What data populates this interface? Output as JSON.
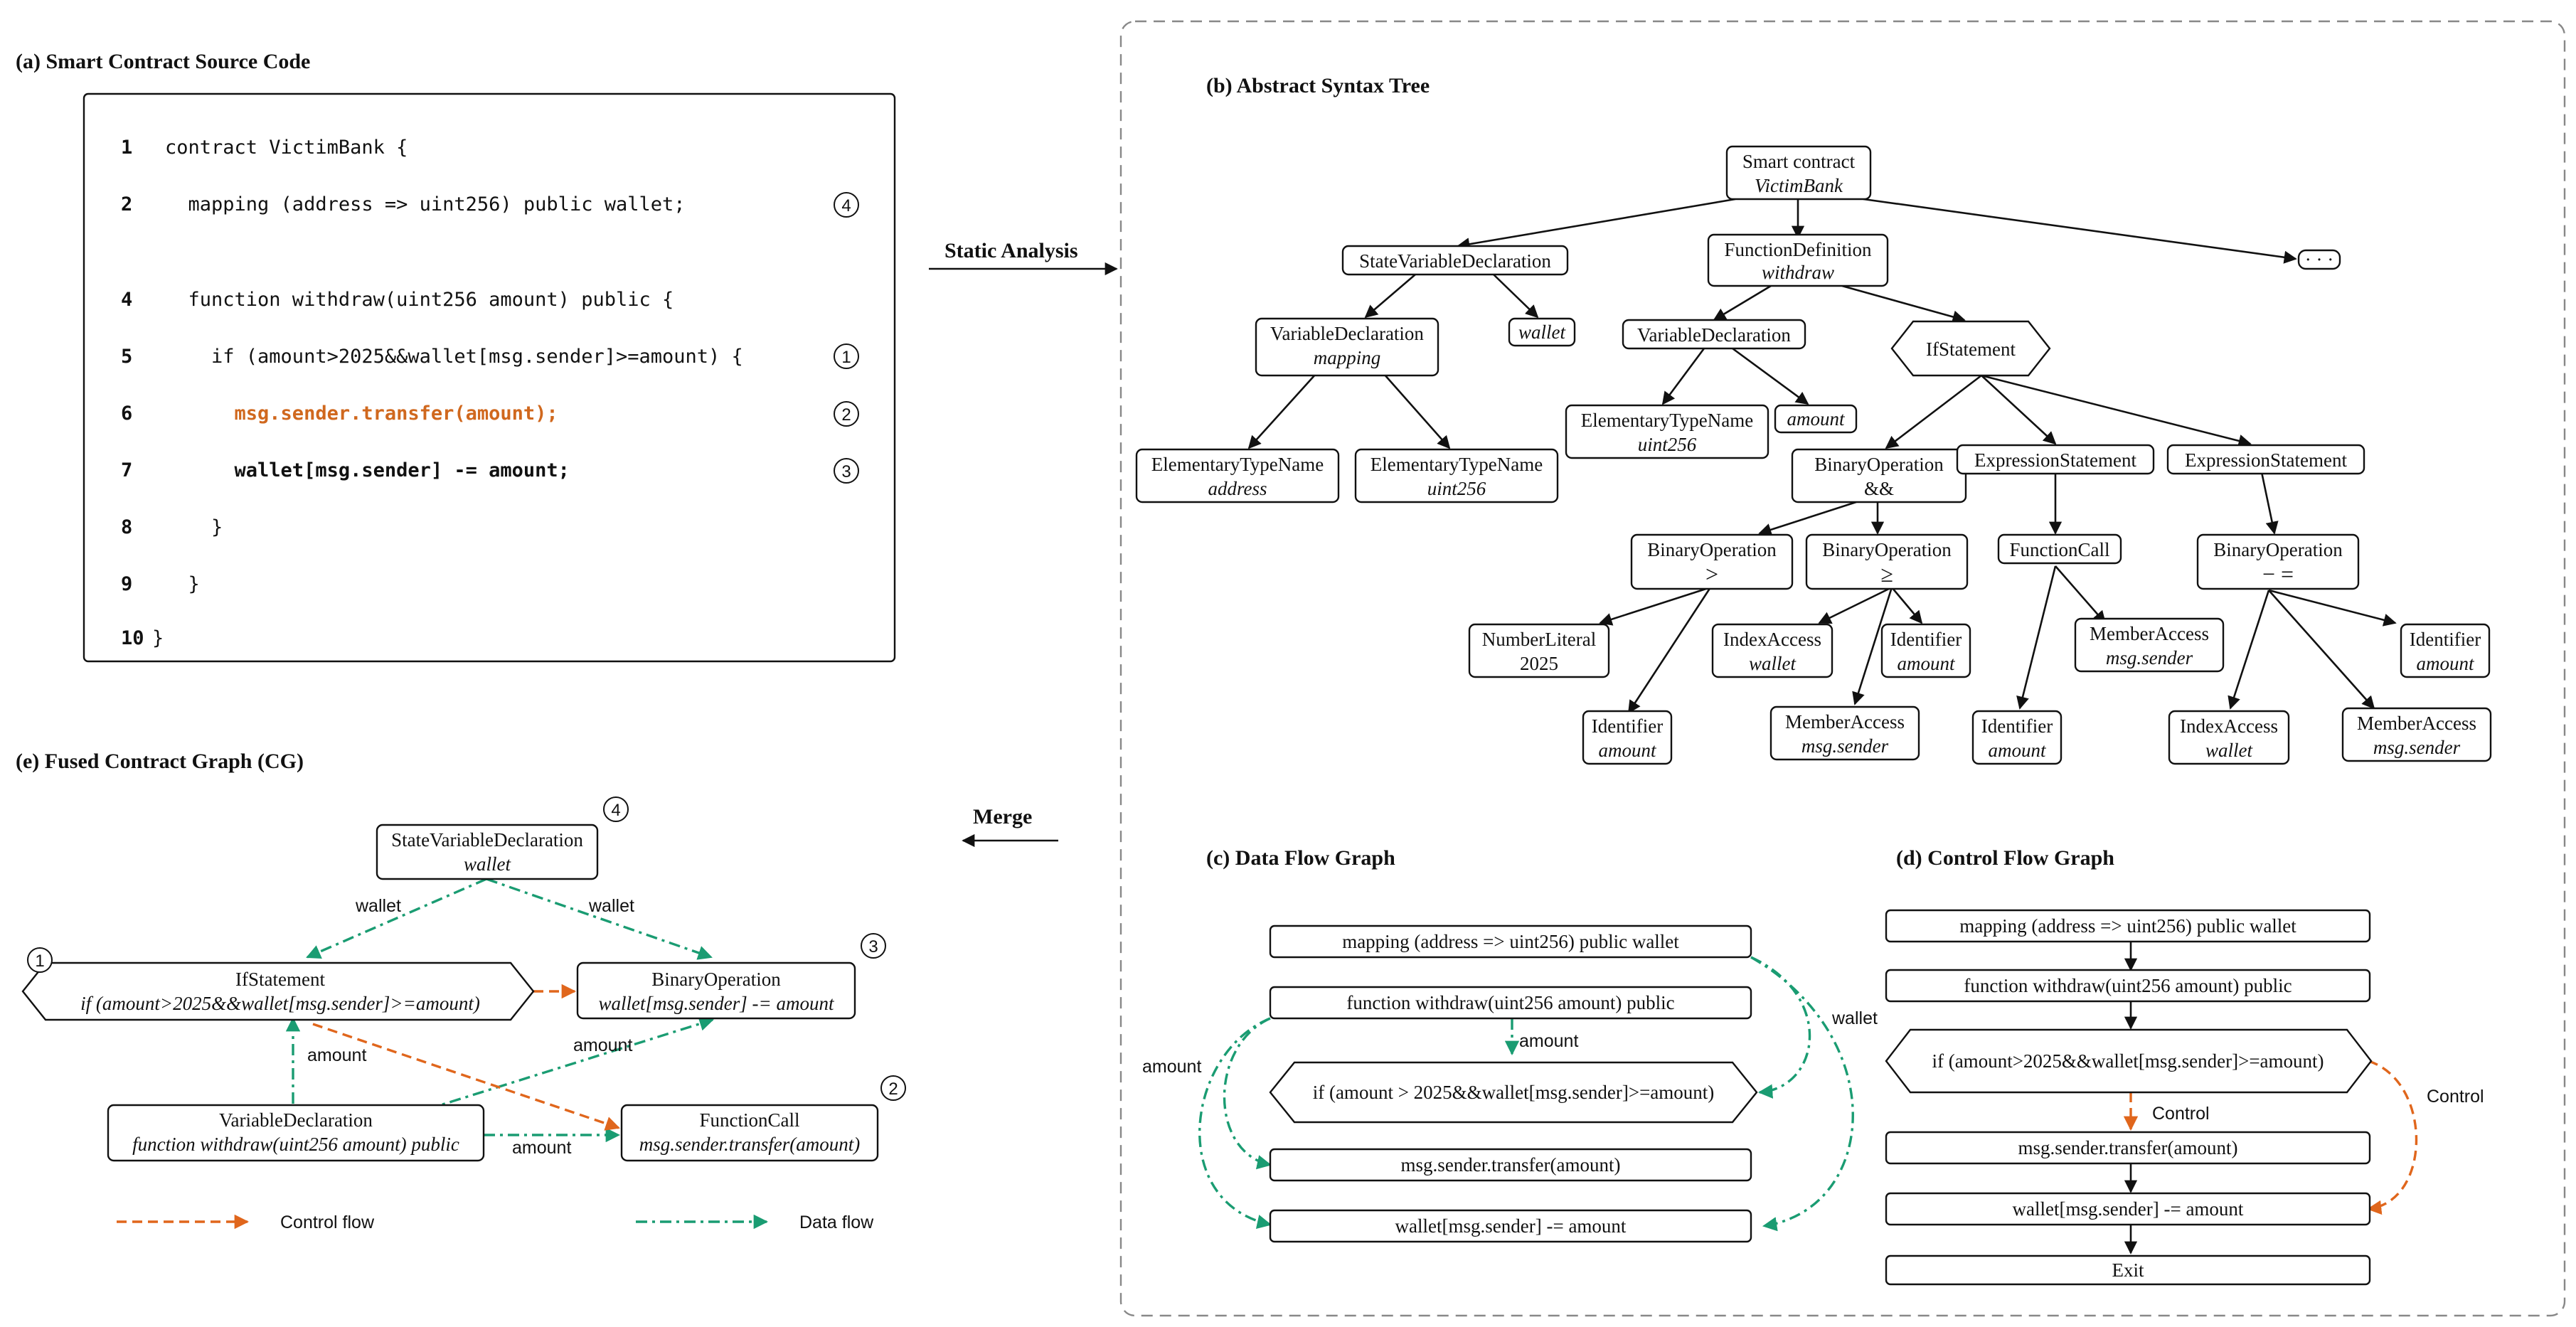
{
  "panels": {
    "a": "(a) Smart Contract Source Code",
    "b": "(b) Abstract Syntax Tree",
    "c": "(c) Data Flow Graph",
    "d": "(d) Control Flow Graph",
    "e": "(e) Fused Contract Graph (CG)"
  },
  "arrows": {
    "static_analysis": "Static Analysis",
    "merge": "Merge"
  },
  "code": {
    "lines": [
      {
        "n": "1",
        "text": "contract VictimBank {",
        "marker": ""
      },
      {
        "n": "2",
        "text": "  mapping (address => uint256) public wallet;",
        "marker": "4"
      },
      {
        "n": "4",
        "text": "  function withdraw(uint256 amount) public {",
        "marker": ""
      },
      {
        "n": "5",
        "text": "    if (amount>2025&&wallet[msg.sender]>=amount) {",
        "marker": "1"
      },
      {
        "n": "6",
        "text": "      msg.sender.transfer(amount);",
        "marker": "2"
      },
      {
        "n": "7",
        "text": "      wallet[msg.sender] -= amount;",
        "marker": "3"
      },
      {
        "n": "8",
        "text": "    }",
        "marker": ""
      },
      {
        "n": "9",
        "text": "  }",
        "marker": ""
      },
      {
        "n": "10",
        "text": "}",
        "marker": ""
      }
    ],
    "highlight_color": "#d0681e"
  },
  "ast": {
    "root": {
      "l1": "Smart contract",
      "l2": "VictimBank"
    },
    "svd": {
      "l1": "StateVariableDeclaration"
    },
    "fdef": {
      "l1": "FunctionDefinition",
      "l2": "withdraw"
    },
    "more": "· · ·",
    "vd_map": {
      "l1": "VariableDeclaration",
      "l2": "mapping"
    },
    "wallet": {
      "l2": "wallet"
    },
    "vd_amt": {
      "l1": "VariableDeclaration"
    },
    "ifst": {
      "l1": "IfStatement"
    },
    "etn_addr": {
      "l1": "ElementaryTypeName",
      "l2": "address"
    },
    "etn_uint": {
      "l1": "ElementaryTypeName",
      "l2": "uint256"
    },
    "etn_uint2": {
      "l1": "ElementaryTypeName",
      "l2": "uint256"
    },
    "amount": {
      "l2": "amount"
    },
    "binop_and": {
      "l1": "BinaryOperation",
      "l2": "&&"
    },
    "expst1": {
      "l1": "ExpressionStatement"
    },
    "expst2": {
      "l1": "ExpressionStatement"
    },
    "binop_gt": {
      "l1": "BinaryOperation",
      "l2": ">"
    },
    "binop_ge": {
      "l1": "BinaryOperation",
      "l2": "≥"
    },
    "fcall": {
      "l1": "FunctionCall"
    },
    "binop_sub": {
      "l1": "BinaryOperation",
      "l2": "− ="
    },
    "numlit": {
      "l1": "NumberLiteral",
      "l2": "2025"
    },
    "idxacc1": {
      "l1": "IndexAccess",
      "l2": "wallet"
    },
    "ident1": {
      "l1": "Identifier",
      "l2": "amount"
    },
    "memacc1": {
      "l1": "MemberAccess",
      "l2": "msg.sender"
    },
    "ident4": {
      "l1": "Identifier",
      "l2": "amount"
    },
    "ident2": {
      "l1": "Identifier",
      "l2": "amount"
    },
    "memacc2": {
      "l1": "MemberAccess",
      "l2": "msg.sender"
    },
    "ident3": {
      "l1": "Identifier",
      "l2": "amount"
    },
    "idxacc2": {
      "l1": "IndexAccess",
      "l2": "wallet"
    },
    "memacc3": {
      "l1": "MemberAccess",
      "l2": "msg.sender"
    }
  },
  "dfg": {
    "n1": "mapping (address => uint256) public wallet",
    "n2": "function withdraw(uint256 amount) public",
    "n3": "if (amount > 2025&&wallet[msg.sender]>=amount)",
    "n4": "msg.sender.transfer(amount)",
    "n5": "wallet[msg.sender] -= amount",
    "lbl_amount_down": "amount",
    "lbl_amount_left": "amount",
    "lbl_wallet": "wallet"
  },
  "cfg": {
    "n1": "mapping (address => uint256) public wallet",
    "n2": "function withdraw(uint256 amount) public",
    "n3": "if (amount>2025&&wallet[msg.sender]>=amount)",
    "n4": "msg.sender.transfer(amount)",
    "n5": "wallet[msg.sender] -= amount",
    "n6": "Exit",
    "lbl_control1": "Control",
    "lbl_control2": "Control"
  },
  "fused": {
    "svd": {
      "l1": "StateVariableDeclaration",
      "l2": "wallet",
      "marker": "4"
    },
    "ifst": {
      "l1": "IfStatement",
      "l2": "if (amount>2025&&wallet[msg.sender]>=amount)",
      "marker": "1"
    },
    "binop": {
      "l1": "BinaryOperation",
      "l2": "wallet[msg.sender] -= amount",
      "marker": "3"
    },
    "vd": {
      "l1": "VariableDeclaration",
      "l2": "function withdraw(uint256 amount) public"
    },
    "fcall": {
      "l1": "FunctionCall",
      "l2": "msg.sender.transfer(amount)",
      "marker": "2"
    },
    "lbl_wallet1": "wallet",
    "lbl_wallet2": "wallet",
    "lbl_amount1": "amount",
    "lbl_amount2": "amount",
    "lbl_amount3": "amount"
  },
  "legend": {
    "control": "Control flow",
    "data": "Data flow"
  },
  "colors": {
    "data_flow": "#1a9c72",
    "control_flow": "#e0661c"
  }
}
